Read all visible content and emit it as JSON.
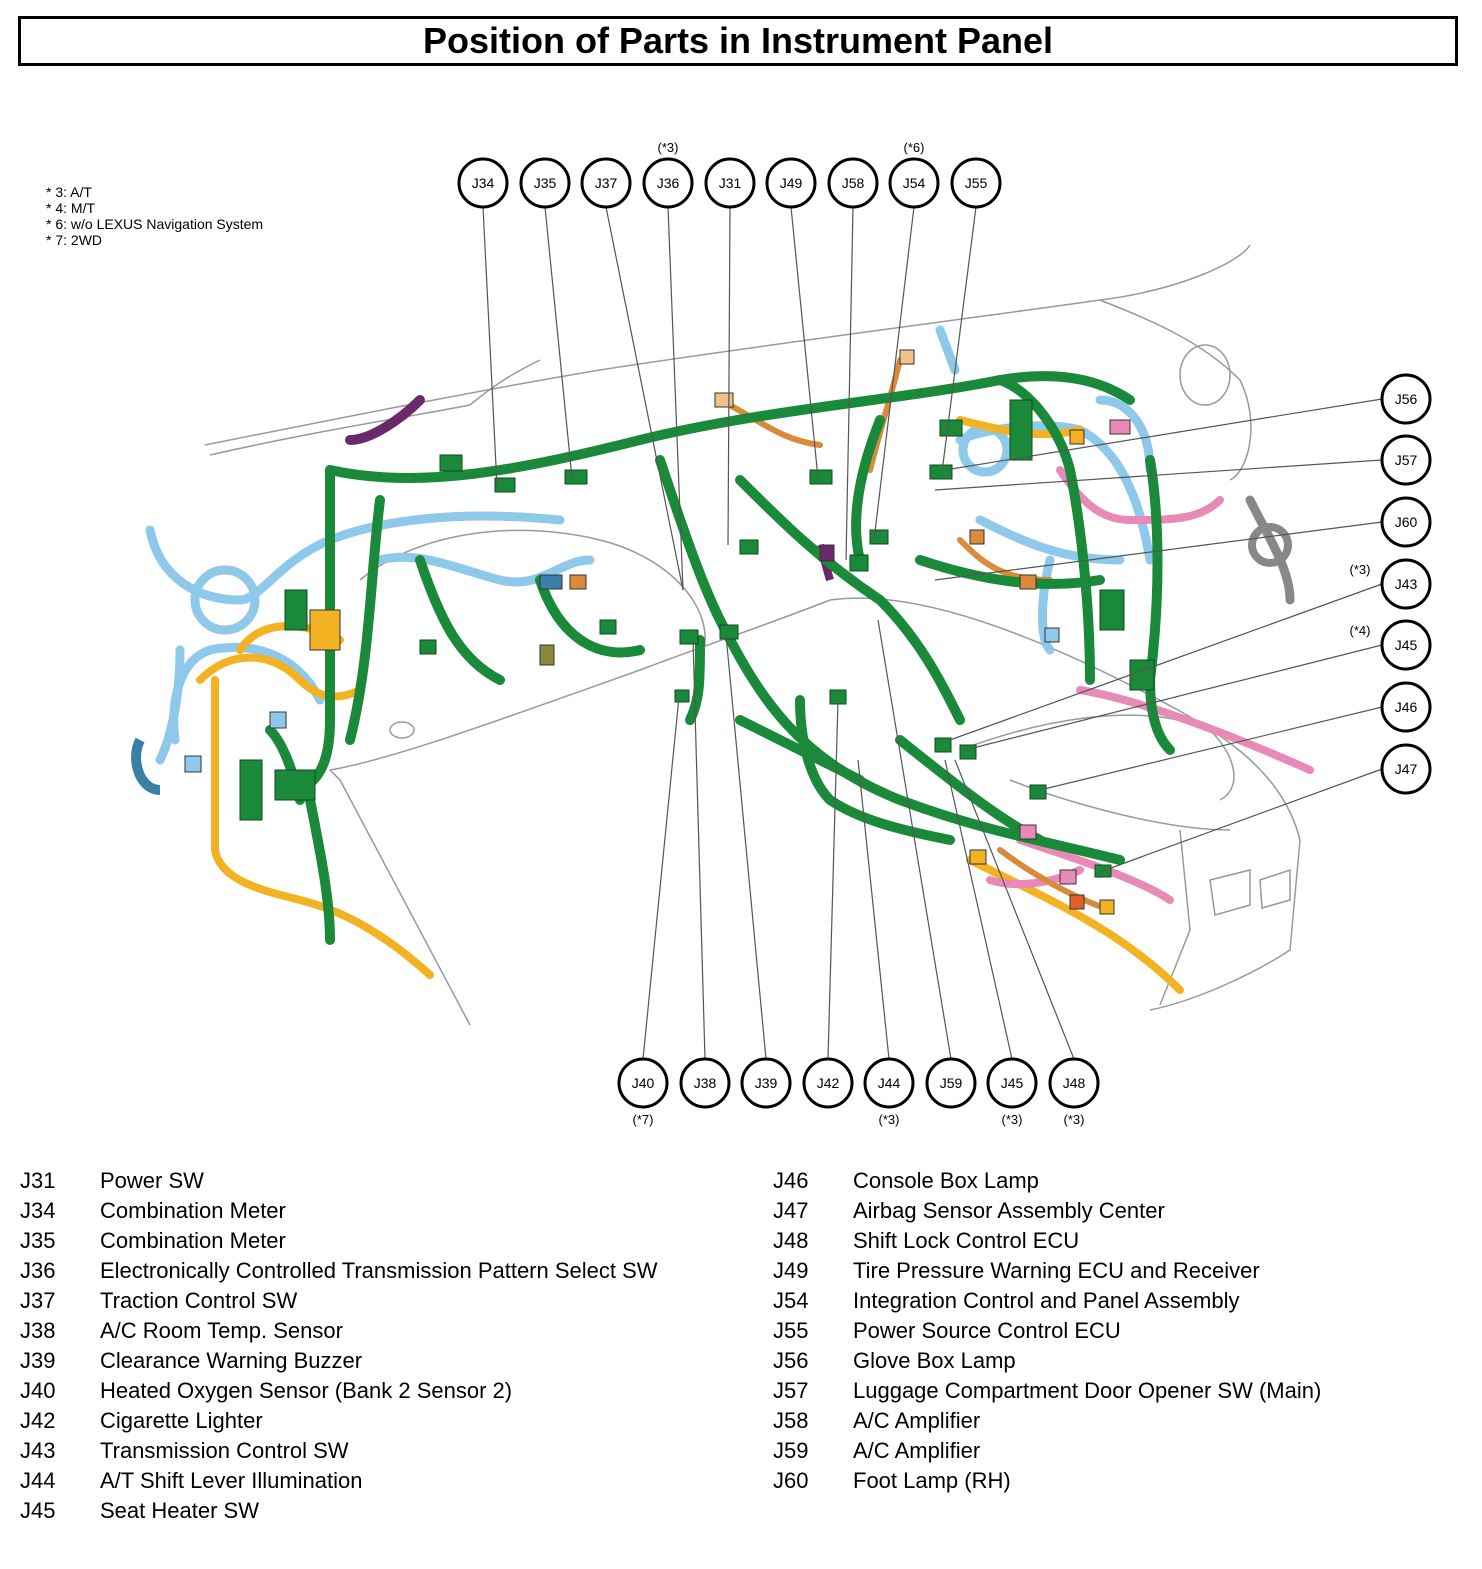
{
  "title": "Position of Parts in Instrument Panel",
  "notes": [
    "* 3: A/T",
    "* 4: M/T",
    "* 6: w/o LEXUS Navigation System",
    "* 7: 2WD"
  ],
  "callouts": {
    "J34": {
      "label": "J34"
    },
    "J35": {
      "label": "J35"
    },
    "J37": {
      "label": "J37"
    },
    "J36": {
      "label": "J36",
      "note": "(*3)"
    },
    "J31": {
      "label": "J31"
    },
    "J49": {
      "label": "J49"
    },
    "J58": {
      "label": "J58"
    },
    "J54": {
      "label": "J54",
      "note": "(*6)"
    },
    "J55": {
      "label": "J55"
    },
    "J56": {
      "label": "J56"
    },
    "J57": {
      "label": "J57"
    },
    "J60": {
      "label": "J60"
    },
    "J43": {
      "label": "J43",
      "note": "(*3)"
    },
    "J45r": {
      "label": "J45",
      "note": "(*4)"
    },
    "J46": {
      "label": "J46"
    },
    "J47": {
      "label": "J47"
    },
    "J40": {
      "label": "J40",
      "note": "(*7)"
    },
    "J38": {
      "label": "J38"
    },
    "J39": {
      "label": "J39"
    },
    "J42": {
      "label": "J42"
    },
    "J44": {
      "label": "J44",
      "note": "(*3)"
    },
    "J59": {
      "label": "J59"
    },
    "J45b": {
      "label": "J45",
      "note": "(*3)"
    },
    "J48": {
      "label": "J48",
      "note": "(*3)"
    }
  },
  "legend_left": [
    {
      "code": "J31",
      "desc": "Power SW"
    },
    {
      "code": "J34",
      "desc": "Combination Meter"
    },
    {
      "code": "J35",
      "desc": "Combination Meter"
    },
    {
      "code": "J36",
      "desc": "Electronically Controlled Transmission Pattern Select SW"
    },
    {
      "code": "J37",
      "desc": "Traction Control SW"
    },
    {
      "code": "J38",
      "desc": "A/C Room Temp. Sensor"
    },
    {
      "code": "J39",
      "desc": "Clearance Warning Buzzer"
    },
    {
      "code": "J40",
      "desc": "Heated Oxygen Sensor (Bank 2 Sensor 2)"
    },
    {
      "code": "J42",
      "desc": "Cigarette Lighter"
    },
    {
      "code": "J43",
      "desc": "Transmission Control SW"
    },
    {
      "code": "J44",
      "desc": "A/T Shift Lever Illumination"
    },
    {
      "code": "J45",
      "desc": "Seat Heater SW"
    }
  ],
  "legend_right": [
    {
      "code": "J46",
      "desc": "Console Box Lamp"
    },
    {
      "code": "J47",
      "desc": "Airbag Sensor Assembly Center"
    },
    {
      "code": "J48",
      "desc": "Shift Lock Control ECU"
    },
    {
      "code": "J49",
      "desc": "Tire Pressure Warning ECU and Receiver"
    },
    {
      "code": "J54",
      "desc": "Integration Control and Panel Assembly"
    },
    {
      "code": "J55",
      "desc": "Power Source Control ECU"
    },
    {
      "code": "J56",
      "desc": "Glove Box Lamp"
    },
    {
      "code": "J57",
      "desc": "Luggage Compartment Door Opener SW (Main)"
    },
    {
      "code": "J58",
      "desc": "A/C Amplifier"
    },
    {
      "code": "J59",
      "desc": "A/C Amplifier"
    },
    {
      "code": "J60",
      "desc": "Foot Lamp (RH)"
    }
  ],
  "colors": {
    "harness_main": "#1a8a3a",
    "harness_blue": "#8ec8ea",
    "harness_yellow": "#f2b221",
    "harness_pink": "#e88ab8",
    "harness_orange": "#d98a3a",
    "harness_purple": "#6a2a6a",
    "harness_gray": "#888888"
  }
}
